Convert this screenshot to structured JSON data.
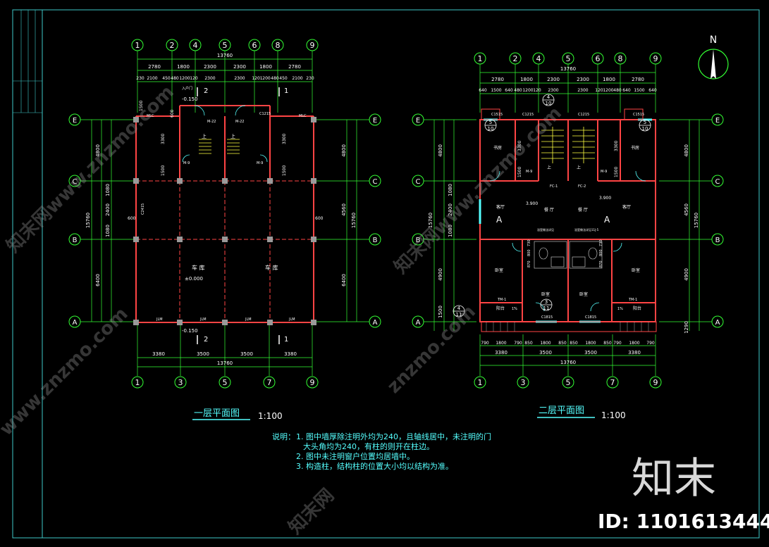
{
  "plan_left": {
    "title": "一层平面图",
    "scale": "1:100",
    "top_axes": [
      "1",
      "2",
      "4",
      "5",
      "6",
      "8",
      "9"
    ],
    "bottom_axes": [
      "1",
      "3",
      "5",
      "7",
      "9"
    ],
    "row_axes": [
      "E",
      "C",
      "B",
      "A"
    ],
    "top_dims_1": [
      "2780",
      "1800",
      "2300",
      "2300",
      "1800",
      "2780"
    ],
    "top_total": "13760",
    "top_dims_2": [
      "230",
      "2100",
      "450",
      "480",
      "1200",
      "120",
      "2300",
      "2300",
      "1201",
      "200",
      "480",
      "450",
      "2100",
      "230"
    ],
    "bottom_dims": [
      "3380",
      "3500",
      "3500",
      "3380"
    ],
    "bottom_total": "13760",
    "left_dims": [
      "4800",
      "1080",
      "2400",
      "1080",
      "6400"
    ],
    "left_total": "15760",
    "right_dims": [
      "4800",
      "4560",
      "6400"
    ],
    "right_total": "15760",
    "labels": {
      "room1": "车 库",
      "room2": "车 库",
      "level0": "±0.000",
      "level_top": "-0.150",
      "level_bottom": "-0.150",
      "sec_top_l": "2",
      "sec_top_r": "1",
      "sec_bot_l": "2",
      "sec_bot_r": "1",
      "m22a": "M-22",
      "m22b": "M-22",
      "m9a": "M-9",
      "m9b": "M-9",
      "c1215": "C1215",
      "c2415": "C2415",
      "mlc1": "MLC",
      "mlc2": "MLC",
      "jlm1": "JLM",
      "jlm2": "JLM",
      "jlm3": "JLM",
      "jlm4": "JLM",
      "d1500a": "1500",
      "d1500b": "1500",
      "d3300a": "3300",
      "d3300b": "3300",
      "d600a": "600",
      "d600b": "600",
      "d1500c": "1500",
      "d1500d": "1500",
      "up1": "上",
      "up2": "上",
      "entry": "入户门"
    }
  },
  "plan_right": {
    "title": "二层平面图",
    "scale": "1:100",
    "top_axes": [
      "1",
      "2",
      "4",
      "5",
      "6",
      "8",
      "9"
    ],
    "bottom_axes": [
      "1",
      "3",
      "5",
      "7",
      "9"
    ],
    "row_axes": [
      "E",
      "C",
      "B",
      "A"
    ],
    "top_total": "13760",
    "top_dims_1": [
      "2780",
      "1800",
      "2300",
      "2300",
      "1800",
      "2780"
    ],
    "top_dims_2": [
      "640",
      "1500",
      "640",
      "480",
      "1200",
      "120",
      "2300",
      "2300",
      "120",
      "1200",
      "480",
      "640",
      "1500",
      "640"
    ],
    "bottom_dims_1": [
      "790",
      "1800",
      "790",
      "850",
      "1800",
      "850",
      "850",
      "1800",
      "850",
      "790",
      "1800",
      "790"
    ],
    "bottom_dims_2": [
      "3380",
      "3500",
      "3500",
      "3380"
    ],
    "bottom_total": "13760",
    "left_dims": [
      "4800",
      "1080",
      "2400",
      "1080",
      "4900",
      "1500"
    ],
    "left_total": "15760",
    "right_dims": [
      "4800",
      "4560",
      "4900",
      "1290"
    ],
    "right_total": "15760",
    "labels": {
      "study1": "书房",
      "study2": "书房",
      "living1": "客厅",
      "living2": "客厅",
      "dining1": "餐 厅",
      "dining2": "餐 厅",
      "bed1": "卧室",
      "bed2": "卧室",
      "bed3": "卧室",
      "bed4": "卧室",
      "balc1": "阳台",
      "balc2": "阳台",
      "unitA1": "A",
      "unitA2": "A",
      "lvl1": "3.900",
      "lvl2": "3.900",
      "c1515a": "C1515",
      "c1515b": "C1515",
      "c1215a": "C1215",
      "c1215b": "C1215",
      "c1815a": "C1815",
      "c1815b": "C1815",
      "m9a": "M-9",
      "m9b": "M-9",
      "tm1a": "TM-1",
      "tm1b": "TM-1",
      "pct1": "1%",
      "pct2": "1%",
      "det10a_n": "5",
      "det10a_d": "10",
      "det10b_n": "5",
      "det10b_d": "10",
      "det10c_n": "4",
      "det10c_d": "10",
      "det11a_n": "4",
      "det11a_d": "11",
      "det11b_n": "3",
      "det11b_d": "11",
      "fc1": "FC-1",
      "fc2": "FC-2",
      "d3300a": "3300",
      "d3300b": "3300",
      "d1500a": "1500",
      "d1500b": "1500",
      "dw1": "870",
      "dw2": "800",
      "dw3": "730",
      "dw4": "870",
      "dw5": "800",
      "dw6": "730",
      "up1": "上",
      "up2": "上",
      "note_a": "浴室做法详见",
      "note_b": "浴室做法详见11J-5"
    }
  },
  "notes": {
    "title": "说明：",
    "line1": "1. 图中墙厚除注明外均为240，且轴线居中，未注明的门",
    "line2": "大头角均为240，有柱的则开在柱边。",
    "line3": "2. 图中未注明窗户位置均居墙中。",
    "line4": "3. 构造柱，结构柱的位置大小均以结构为准。"
  },
  "north": "N",
  "brand": "知末",
  "id_label": "ID: 1101613444",
  "watermarks": [
    "知末网www.znzmo.com",
    "www.znzmo.com",
    "知末网",
    "znzmo.com",
    "知末网www.znzmo.com"
  ],
  "colors": {
    "background": "#000000",
    "border": "#3ec8c8",
    "axis": "#33ff33",
    "wall": "#ff4444",
    "text": "#ffffff",
    "dim": "#33ff33"
  }
}
